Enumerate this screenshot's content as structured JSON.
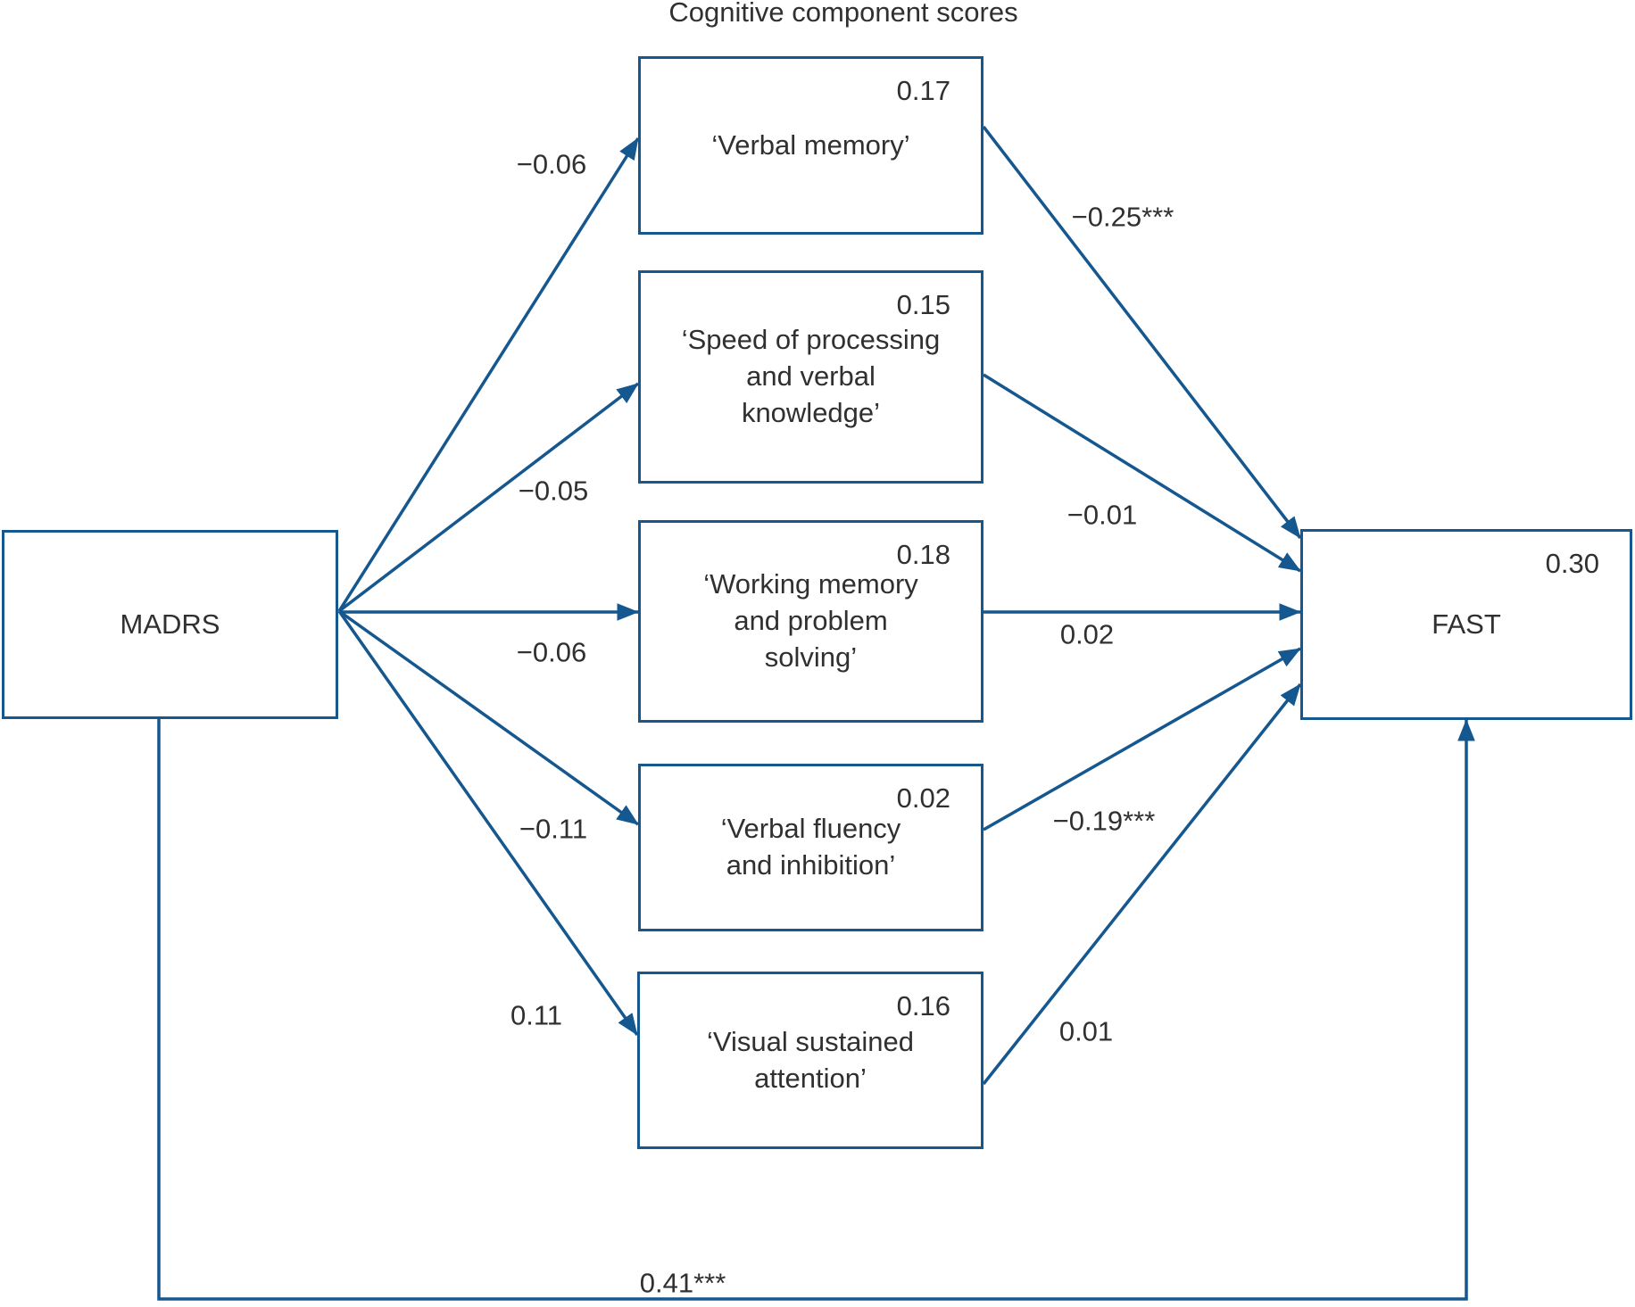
{
  "figure": {
    "title": "Cognitive component scores",
    "colors": {
      "line": "#15578f",
      "text": "#303030"
    },
    "source_node": {
      "label": "MADRS"
    },
    "outcome_node": {
      "label": "FAST",
      "value": "0.30"
    },
    "component_nodes": [
      {
        "label": "‘Verbal memory’",
        "value": "0.17",
        "path_from_madrs": "−0.06",
        "path_to_fast": "−0.25***"
      },
      {
        "label": "‘Speed of processing\nand verbal\nknowledge’",
        "value": "0.15",
        "path_from_madrs": "−0.05",
        "path_to_fast": "−0.01"
      },
      {
        "label": "‘Working memory\nand problem\nsolving’",
        "value": "0.18",
        "path_from_madrs": "−0.06",
        "path_to_fast": "0.02"
      },
      {
        "label": "‘Verbal fluency\nand inhibition’",
        "value": "0.02",
        "path_from_madrs": "−0.11",
        "path_to_fast": "−0.19***"
      },
      {
        "label": "‘Visual sustained\nattention’",
        "value": "0.16",
        "path_from_madrs": "0.11",
        "path_to_fast": "0.01"
      }
    ],
    "direct_path_label": "0.41***"
  }
}
